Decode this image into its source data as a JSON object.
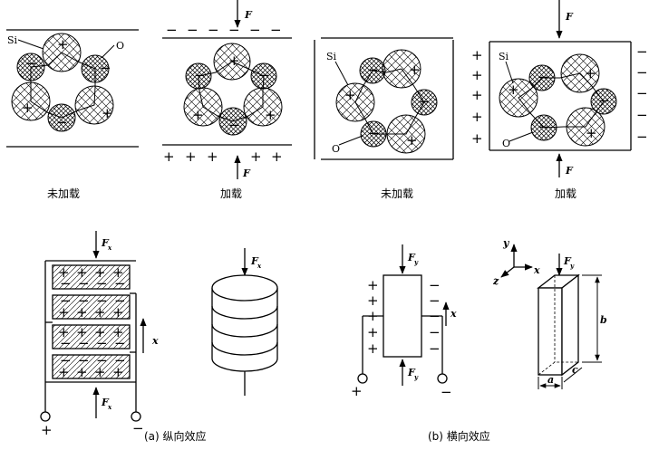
{
  "colors": {
    "ink": "#000000",
    "background": "#ffffff"
  },
  "top_panels": {
    "p1_caption": "未加载",
    "p2_caption": "加载",
    "p3_caption": "未加载",
    "p4_caption": "加载",
    "si_label": "Si",
    "o_label": "O",
    "force_label": "F"
  },
  "bottom": {
    "fx_label": "F",
    "fx_sub": "x",
    "fy_label": "F",
    "fy_sub": "y",
    "axis_x": "x",
    "axis_y": "y",
    "axis_z": "z",
    "dim_a": "a",
    "dim_b": "b",
    "dim_c": "c",
    "plus": "+",
    "minus": "−",
    "caption_a": "(a) 纵向效应",
    "caption_b": "(b) 横向效应"
  }
}
